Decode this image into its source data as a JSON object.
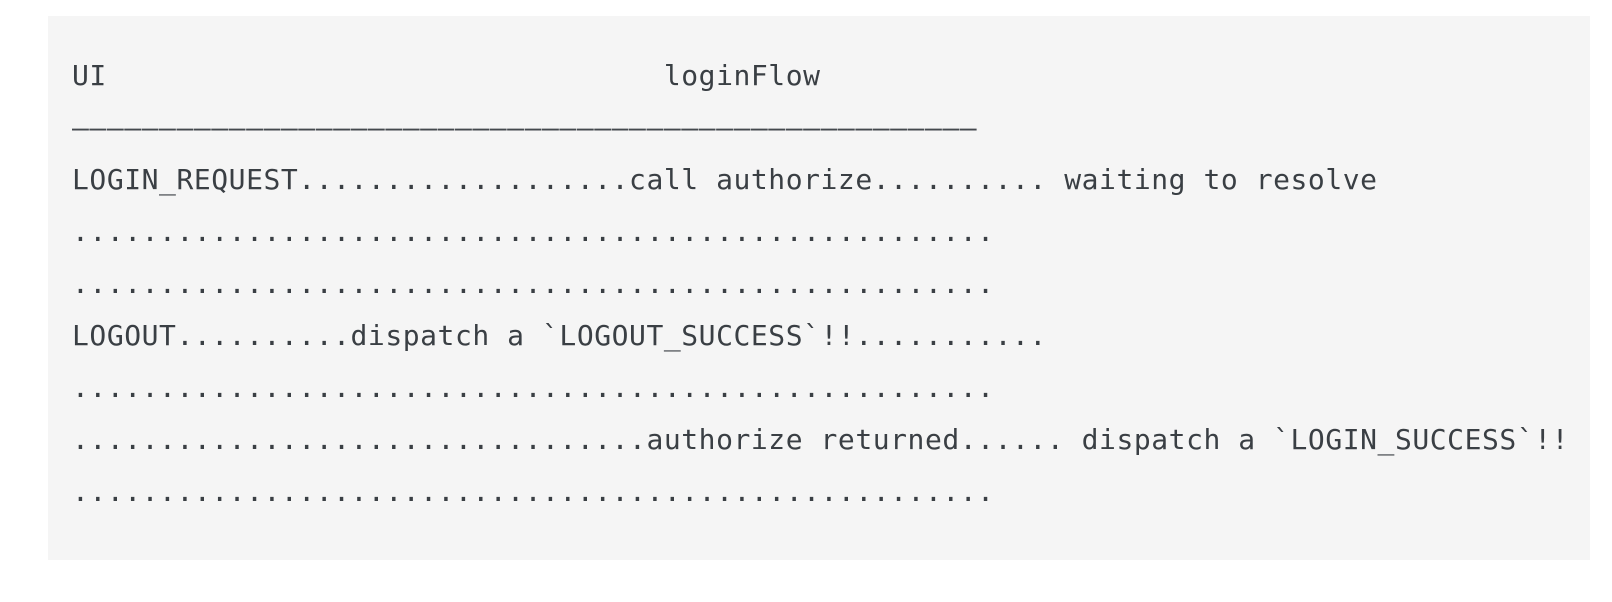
{
  "colors": {
    "page_background": "#ffffff",
    "code_block_background": "#f5f5f5",
    "text": "#3a3f44"
  },
  "code_block": {
    "language": "text",
    "header": {
      "left_column_label": "UI",
      "right_column_label": "loginFlow"
    },
    "separator_rule": "————————————————————————————————————————————————————",
    "lines": [
      "UI                                loginFlow",
      "————————————————————————————————————————————————————",
      "LOGIN_REQUEST...................call authorize.......... waiting to resolve",
      ".....................................................",
      ".....................................................",
      "LOGOUT..........dispatch a `LOGOUT_SUCCESS`!!...........",
      ".....................................................",
      ".................................authorize returned...... dispatch a `LOGIN_SUCCESS`!!",
      "....................................................."
    ],
    "events": [
      {
        "ui_action": "LOGIN_REQUEST",
        "saga_action": "call authorize",
        "note": "waiting to resolve"
      },
      {
        "ui_action": "LOGOUT",
        "saga_action": "dispatch a `LOGOUT_SUCCESS`!!",
        "note": ""
      },
      {
        "ui_action": "",
        "saga_action": "authorize returned",
        "note": "dispatch a `LOGIN_SUCCESS`!!"
      }
    ]
  }
}
